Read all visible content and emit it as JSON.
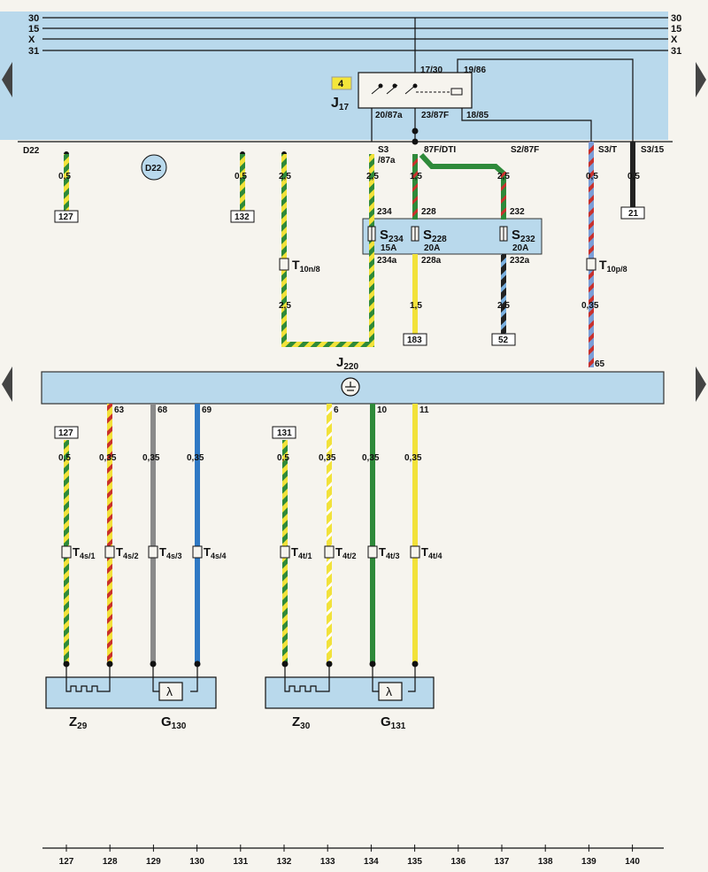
{
  "bus": {
    "left": [
      "30",
      "15",
      "X",
      "31"
    ],
    "right": [
      "30",
      "15",
      "X",
      "31"
    ]
  },
  "relay": {
    "badge": "4",
    "name_main": "J",
    "name_sub": "17",
    "pins_top": [
      "17/30",
      "19/86"
    ],
    "pins_bottom": [
      "20/87a",
      "23/87F",
      "18/85"
    ]
  },
  "labels": {
    "d22_line": "D22",
    "d22_circle": "D22",
    "s3": "S3",
    "s3_87a": "/87a",
    "dti": "87F/DTI",
    "s2_87f": "S2/87F",
    "s3t": "S3/T",
    "s3_15": "S3/15",
    "j220_main": "J",
    "j220_sub": "220",
    "pin65": "65"
  },
  "wires_upper": [
    {
      "gauge": "0,5",
      "ref": "127"
    },
    {
      "gauge": "0,5",
      "ref": "132"
    },
    {
      "gauge": "2,5"
    },
    {
      "gauge": "2,5",
      "pin_top": "234",
      "pin_bottom": "234a"
    },
    {
      "gauge": "1,5",
      "pin_top": "228",
      "pin_bottom": "228a",
      "lower_gauge": "1,5",
      "ref": "183"
    },
    {
      "gauge": "2,5",
      "pin_top": "232",
      "pin_bottom": "232a",
      "lower_gauge": "2,5",
      "ref": "52"
    },
    {
      "gauge": "0,5",
      "lower_gauge": "0,35"
    },
    {
      "gauge": "0,5",
      "ref": "21"
    }
  ],
  "wire_lower_gauge_t10n": "2,5",
  "fuses": [
    {
      "name": "S",
      "sub": "234",
      "rating": "15A"
    },
    {
      "name": "S",
      "sub": "228",
      "rating": "20A"
    },
    {
      "name": "S",
      "sub": "232",
      "rating": "20A"
    }
  ],
  "connectors_upper": [
    {
      "name": "T",
      "sub": "10n/8"
    },
    {
      "name": "T",
      "sub": "10p/8"
    }
  ],
  "lower_wires": [
    {
      "pin": "",
      "ref": "127",
      "gauge": "0,5",
      "conn": "T",
      "conn_sub": "4s/1"
    },
    {
      "pin": "63",
      "gauge": "0,35",
      "conn": "T",
      "conn_sub": "4s/2"
    },
    {
      "pin": "68",
      "gauge": "0,35",
      "conn": "T",
      "conn_sub": "4s/3"
    },
    {
      "pin": "69",
      "gauge": "0,35",
      "conn": "T",
      "conn_sub": "4s/4"
    },
    {
      "pin": "",
      "ref": "131",
      "gauge": "0,5",
      "conn": "T",
      "conn_sub": "4t/1"
    },
    {
      "pin": "6",
      "gauge": "0,35",
      "conn": "T",
      "conn_sub": "4t/2"
    },
    {
      "pin": "10",
      "gauge": "0,35",
      "conn": "T",
      "conn_sub": "4t/3"
    },
    {
      "pin": "11",
      "gauge": "0,35",
      "conn": "T",
      "conn_sub": "4t/4"
    }
  ],
  "components": [
    {
      "z": "Z",
      "z_sub": "29",
      "g": "G",
      "g_sub": "130"
    },
    {
      "z": "Z",
      "z_sub": "30",
      "g": "G",
      "g_sub": "131"
    }
  ],
  "columns": [
    "127",
    "128",
    "129",
    "130",
    "131",
    "132",
    "133",
    "134",
    "135",
    "136",
    "137",
    "138",
    "139",
    "140"
  ],
  "colors": {
    "panel": "#b9d9ec",
    "green": "#2e8a3a",
    "yellow": "#f2e23a",
    "red": "#c9302c",
    "blue": "#2f79c4",
    "grey": "#8a8a8a",
    "black": "#222222"
  }
}
